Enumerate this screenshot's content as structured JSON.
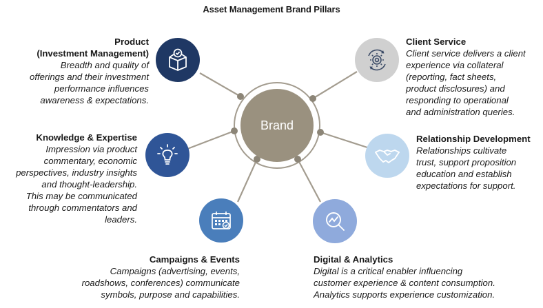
{
  "title": "Asset Management Brand Pillars",
  "hub": {
    "label": "Brand"
  },
  "pillars": [
    {
      "heading_line1": "Product",
      "heading_line2": "(Investment Management)",
      "description": [
        "Breadth and quality of",
        "offerings and their investment",
        "performance influences",
        "awareness & expectations."
      ],
      "icon": "box-check-icon",
      "color": "#1f3864"
    },
    {
      "heading": "Knowledge & Expertise",
      "description": [
        "Impression via product",
        "commentary, economic",
        "perspectives, industry insights",
        "and thought-leadership.",
        "This may be communicated",
        "through commentators and",
        "leaders."
      ],
      "icon": "lightbulb-icon",
      "color": "#2f5597"
    },
    {
      "heading": "Campaigns & Events",
      "description": [
        "Campaigns (advertising, events,",
        "roadshows, conferences) communicate",
        "symbols, purpose and capabilities."
      ],
      "icon": "calendar-icon",
      "color": "#4a7ebb"
    },
    {
      "heading": "Digital & Analytics",
      "description": [
        "Digital is a critical enabler influencing",
        "customer experience & content consumption.",
        "Analytics supports experience customization."
      ],
      "icon": "magnifier-chart-icon",
      "color": "#8faadc"
    },
    {
      "heading": "Relationship Development",
      "description": [
        "Relationships cultivate",
        "trust, support proposition",
        "education and establish",
        "expectations for support."
      ],
      "icon": "handshake-icon",
      "color": "#bdd7ee"
    },
    {
      "heading": "Client Service",
      "description": [
        "Client service delivers a client",
        "experience via collateral",
        "(reporting, fact sheets,",
        "product disclosures) and",
        "responding to operational",
        "and administration queries."
      ],
      "icon": "gear-cycle-icon",
      "color": "#d0d0d0"
    }
  ],
  "colors": {
    "hub": "#9a917f",
    "connector": "#a39c8f",
    "dot": "#8c8577"
  }
}
